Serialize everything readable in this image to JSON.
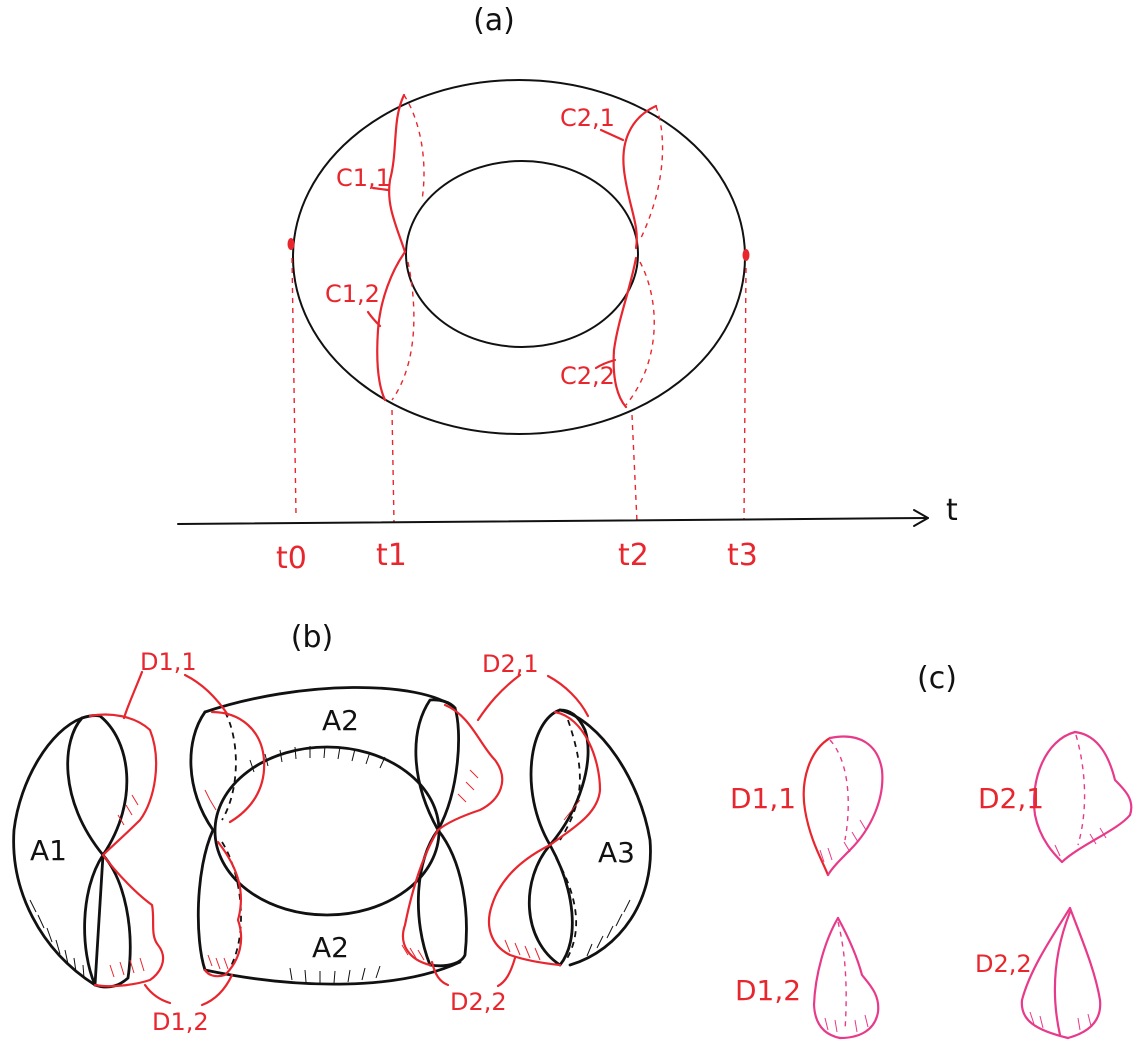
{
  "panels": {
    "a": {
      "title": "(a)",
      "curves": {
        "c11": "C1,1",
        "c12": "C1,2",
        "c21": "C2,1",
        "c22": "C2,2"
      },
      "axis": {
        "label": "t",
        "ticks": [
          "t0",
          "t1",
          "t2",
          "t3"
        ]
      }
    },
    "b": {
      "title": "(b)",
      "regions": {
        "a1": "A1",
        "a2_top": "A2",
        "a2_bottom": "A2",
        "a3": "A3"
      },
      "discs": {
        "d11": "D1,1",
        "d12": "D1,2",
        "d21": "D2,1",
        "d22": "D2,2"
      }
    },
    "c": {
      "title": "(c)",
      "discs": {
        "d11": "D1,1",
        "d21": "D2,1",
        "d12": "D1,2",
        "d22": "D2,2"
      }
    }
  },
  "colors": {
    "curve": "#e8262e",
    "disc": "#e83a8a",
    "outline": "#111111"
  }
}
